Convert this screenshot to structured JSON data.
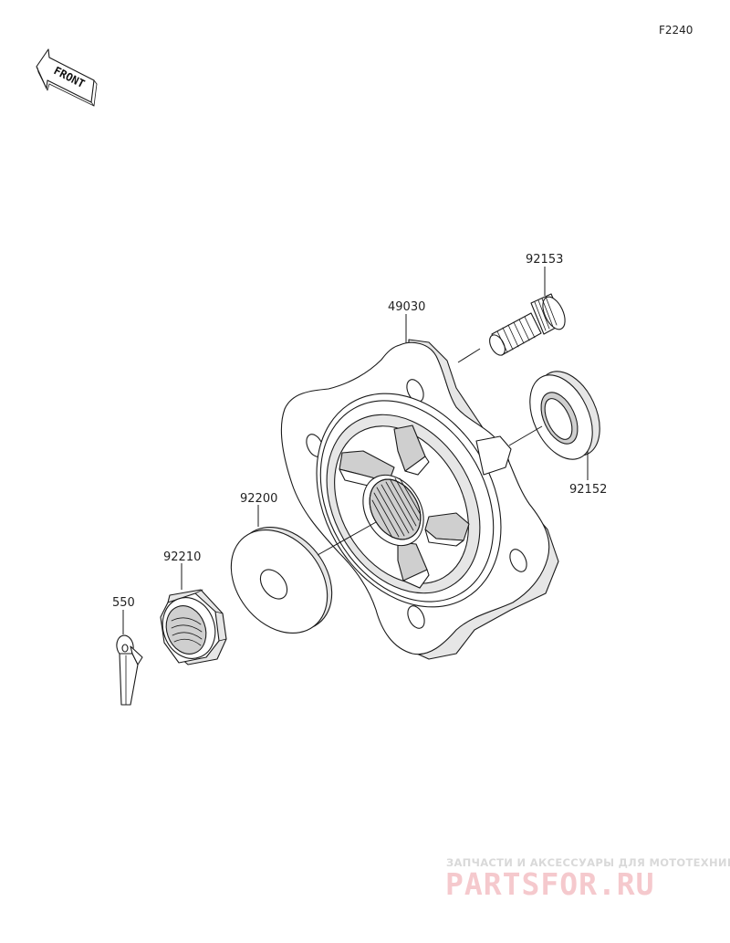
{
  "figure_code": "F2240",
  "front_label": "FRONT",
  "parts": [
    {
      "number": "92153",
      "name": "stud bolt"
    },
    {
      "number": "49030",
      "name": "hub"
    },
    {
      "number": "92152",
      "name": "oil seal"
    },
    {
      "number": "92200",
      "name": "washer"
    },
    {
      "number": "92210",
      "name": "nut"
    },
    {
      "number": "550",
      "name": "cotter pin"
    }
  ],
  "watermark": {
    "tagline": "ЗАПЧАСТИ И АКСЕССУАРЫ ДЛЯ МОТОТЕХНИКИ",
    "logo": "PARTSFOR.RU"
  },
  "colors": {
    "line": "#1a1a1a",
    "part_fill": "#ffffff",
    "shade": "#cfcfcf",
    "watermark_logo": "#f5c9cd",
    "watermark_text": "#d9d9d9"
  }
}
